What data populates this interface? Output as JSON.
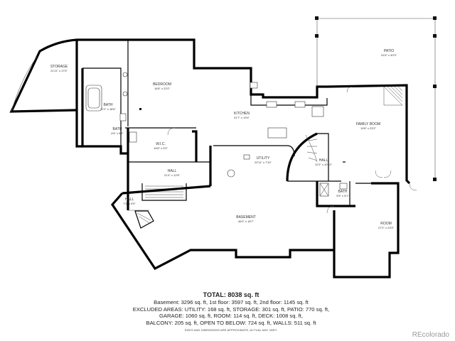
{
  "rooms": [
    {
      "key": "storage",
      "name": "STORAGE",
      "dims": "21'11\" x 17'5\""
    },
    {
      "key": "bedroom",
      "name": "BEDROOM",
      "dims": "16'8\" x 22'0\""
    },
    {
      "key": "bath1",
      "name": "BATH",
      "dims": "11'2\" x 18'6\""
    },
    {
      "key": "bath2",
      "name": "BATH",
      "dims": "4'6\" x 5'2\""
    },
    {
      "key": "wic",
      "name": "W.I.C.",
      "dims": "16'8\" x 9'0\""
    },
    {
      "key": "kitchen",
      "name": "KITCHEN",
      "dims": "31'7\" x 19'4\""
    },
    {
      "key": "patio",
      "name": "PATIO",
      "dims": "31'6\" x 40'3\""
    },
    {
      "key": "family",
      "name": "FAMILY ROOM",
      "dims": "19'8\" x 23'2\""
    },
    {
      "key": "utility",
      "name": "UTILITY",
      "dims": "22'11\" x 7'10\""
    },
    {
      "key": "hall1",
      "name": "HALL",
      "dims": "21'4\" x 12'8\""
    },
    {
      "key": "hall2",
      "name": "HALL",
      "dims": "12'2\" x 10'10\""
    },
    {
      "key": "hall3",
      "name": "HALL",
      "dims": "7'3\" x 5'9\""
    },
    {
      "key": "bath3",
      "name": "BATH",
      "dims": "9'5\" x 5'1\""
    },
    {
      "key": "basement",
      "name": "BASEMENT",
      "dims": "46'0\" x 18'7\""
    },
    {
      "key": "room",
      "name": "ROOM",
      "dims": "27'2\" x 23'9\""
    }
  ],
  "summary": {
    "total": "TOTAL: 8038 sq. ft",
    "lines": [
      "Basement: 3296 sq. ft, 1st floor: 3597 sq. ft, 2nd floor: 1145 sq. ft",
      "EXCLUDED AREAS: UTILITY: 168 sq. ft, STORAGE: 301 sq. ft, PATIO: 770 sq. ft,",
      "GARAGE: 1060 sq. ft, ROOM: 114 sq. ft, DECK: 1008 sq. ft,",
      "BALCONY: 205 sq. ft, OPEN TO BELOW: 724 sq. ft, WALLS: 511 sq. ft"
    ],
    "disclaimer": "SIZES AND DIMENSIONS ARE APPROXIMATE, ACTUAL MAY VARY."
  },
  "brand": "REcolorado"
}
